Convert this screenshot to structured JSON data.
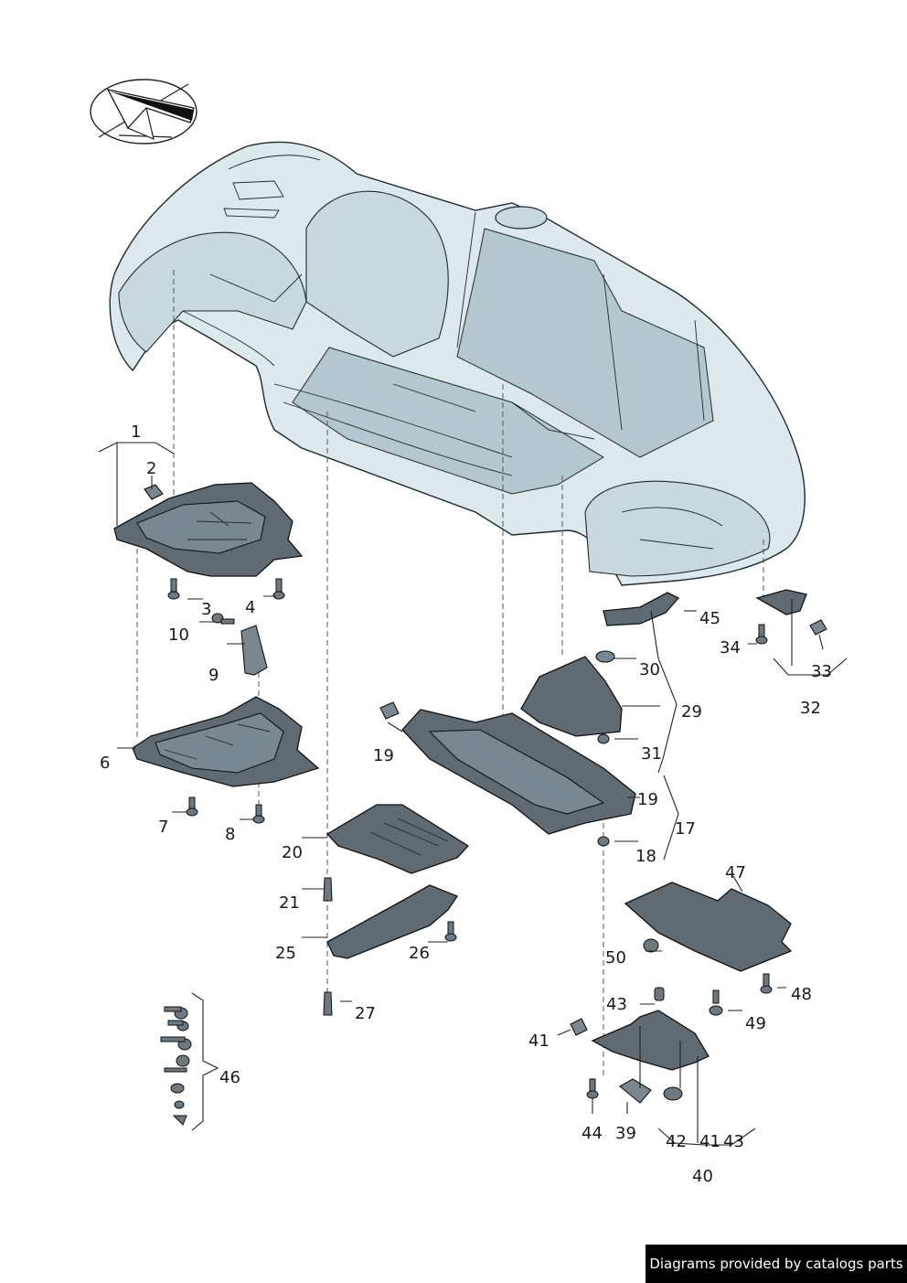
{
  "footer": {
    "text": "Diagrams provided by catalogs parts"
  },
  "callouts": {
    "c1": "1",
    "c2": "2",
    "c3": "3",
    "c4": "4",
    "c6": "6",
    "c7": "7",
    "c8": "8",
    "c9": "9",
    "c10": "10",
    "c17": "17",
    "c18": "18",
    "c19a": "19",
    "c19b": "19",
    "c20": "20",
    "c21": "21",
    "c25": "25",
    "c26": "26",
    "c27": "27",
    "c29": "29",
    "c30": "30",
    "c31": "31",
    "c32": "32",
    "c33": "33",
    "c34": "34",
    "c39": "39",
    "c40": "40",
    "c41a": "41",
    "c41b": "41",
    "c42": "42",
    "c43a": "43",
    "c43b": "43",
    "c44": "44",
    "c45": "45",
    "c46": "46",
    "c47": "47",
    "c48": "48",
    "c49": "49",
    "c50": "50"
  }
}
